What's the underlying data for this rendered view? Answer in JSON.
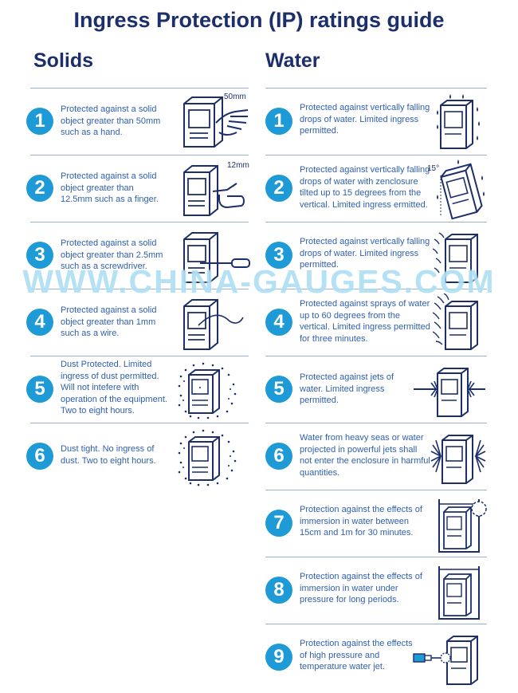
{
  "page": {
    "title": "Ingress Protection (IP) ratings guide",
    "watermark": "WWW.CHINA-GAUGES.COM"
  },
  "solids": {
    "heading": "Solids",
    "items": [
      {
        "num": "1",
        "text": "Protected against a solid object greater than 50mm such as a hand.",
        "size_label": "50mm",
        "icon": "hand-icon"
      },
      {
        "num": "2",
        "text": "Protected against a solid object greater than 12.5mm such as a finger.",
        "size_label": "12mm",
        "icon": "finger-icon"
      },
      {
        "num": "3",
        "text": "Protected against a solid object greater than 2.5mm such as a screwdriver.",
        "icon": "screwdriver-icon"
      },
      {
        "num": "4",
        "text": "Protected against a solid object greater than 1mm such as a wire.",
        "icon": "wire-icon"
      },
      {
        "num": "5",
        "text": "Dust Protected. Limited ingress of dust permitted. Will not intefere with operation of the equipment. Two to eight hours.",
        "icon": "dust-icon"
      },
      {
        "num": "6",
        "text": "Dust tight. No ingress of dust. Two to eight hours.",
        "icon": "dust-tight-icon"
      }
    ]
  },
  "water": {
    "heading": "Water",
    "items": [
      {
        "num": "1",
        "text": "Protected against vertically falling drops of water. Limited ingress permitted.",
        "icon": "falling-drops-icon"
      },
      {
        "num": "2",
        "text": "Protected against vertically falling drops of water with zenclosure tilted up to 15 degrees from the vertical. Limited ingress ermitted.",
        "angle_label": "15°",
        "icon": "tilted-drops-icon"
      },
      {
        "num": "3",
        "text": "Protected against vertically falling drops of water. Limited ingress permitted.",
        "icon": "spray-side-icon"
      },
      {
        "num": "4",
        "text": "Protected against sprays of water up to 60 degrees from the vertical. Limited ingress permitted for three minutes.",
        "icon": "sprays-icon"
      },
      {
        "num": "5",
        "text": "Protected against jets of water. Limited ingress permitted.",
        "icon": "jets-icon"
      },
      {
        "num": "6",
        "text": "Water from heavy seas or water projected in powerful jets shall not enter the enclosure in harmful quantities.",
        "icon": "powerful-jets-icon"
      },
      {
        "num": "7",
        "text": "Protection against the effects of immersion in water between 15cm and 1m for 30 minutes.",
        "icon": "immersion-icon"
      },
      {
        "num": "8",
        "text": "Protection against the effects of immersion in water under pressure for long periods.",
        "icon": "submersion-icon"
      },
      {
        "num": "9",
        "text": "Protection against the effects of high pressure and temperature water jet.",
        "icon": "high-pressure-jet-icon"
      }
    ]
  },
  "colors": {
    "badge": "#1e9ad6",
    "heading": "#1c2f6b",
    "text": "#2f5fae",
    "rule": "#9ab0d2"
  }
}
